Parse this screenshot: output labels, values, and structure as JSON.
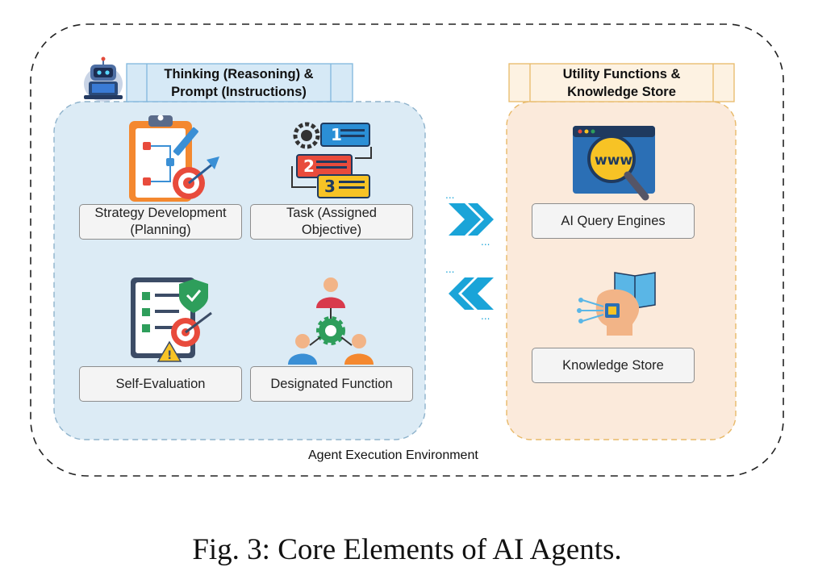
{
  "diagram": {
    "environment_label": "Agent Execution Environment",
    "thinking_panel": {
      "title": "Thinking (Reasoning) & Prompt (Instructions)",
      "title_line1": "Thinking (Reasoning) &",
      "title_line2": "Prompt (Instructions)",
      "items": [
        {
          "label": "Strategy Development (Planning)",
          "line1": "Strategy Development",
          "line2": "(Planning)",
          "icon": "clipboard-target-icon"
        },
        {
          "label": "Task (Assigned Objective)",
          "line1": "Task (Assigned",
          "line2": "Objective)",
          "icon": "numbered-steps-icon"
        },
        {
          "label": "Self-Evaluation",
          "icon": "checklist-target-icon"
        },
        {
          "label": "Designated Function",
          "icon": "team-gear-icon"
        }
      ]
    },
    "utility_panel": {
      "title_line1": "Utility Functions &",
      "title_line2": "Knowledge Store",
      "items": [
        {
          "label": "AI Query Engines",
          "icon": "www-search-icon"
        },
        {
          "label": "Knowledge Store",
          "icon": "brain-book-icon"
        }
      ]
    },
    "colors": {
      "thinking_fill": "#dcebf5",
      "thinking_border": "#8fb3cc",
      "utility_fill": "#fbeadb",
      "utility_border": "#e8b968",
      "arrow": "#1aa4d8"
    }
  },
  "caption": "Fig. 3: Core Elements of AI Agents."
}
